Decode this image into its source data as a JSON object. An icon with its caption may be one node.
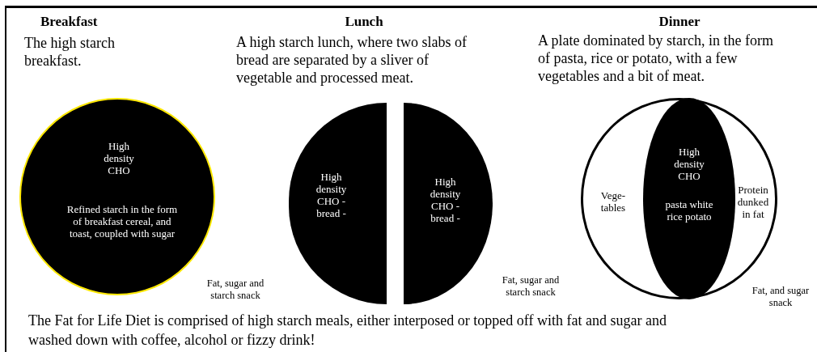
{
  "diagram": {
    "nodes": [
      {
        "text": [
          "High density CHO",
          "Refined starch in the form of breakfast cereal, and toast, coupled with sugar"
        ]
      },
      {
        "text": [
          "High density CHO - bread -"
        ]
      },
      {
        "text": [
          "High density CHO - bread -"
        ]
      },
      {
        "text": [
          "Vege- tables",
          "Protein dunked in fat"
        ]
      },
      {
        "text": [
          "High density CHO",
          "pasta white rice potato"
        ],
        "in": 3
      }
    ],
    "edges": [],
    "labels": [
      "Breakfast",
      "The high starch breakfast.",
      "Lunch",
      "A high starch lunch, where two slabs of bread are separated by a sliver of vegetable and processed meat.",
      "Dinner",
      "A plate dominated by starch, in the form of pasta, rice or potato, with a few vegetables and a bit of meat.",
      "Fat, sugar and starch snack",
      "Fat, sugar and starch snack",
      "Fat, and sugar snack"
    ],
    "caption": "The Fat for Life Diet is comprised of high starch meals, either interposed or topped off with fat and sugar and washed down with coffee, alcohol or fizzy drink!"
  }
}
